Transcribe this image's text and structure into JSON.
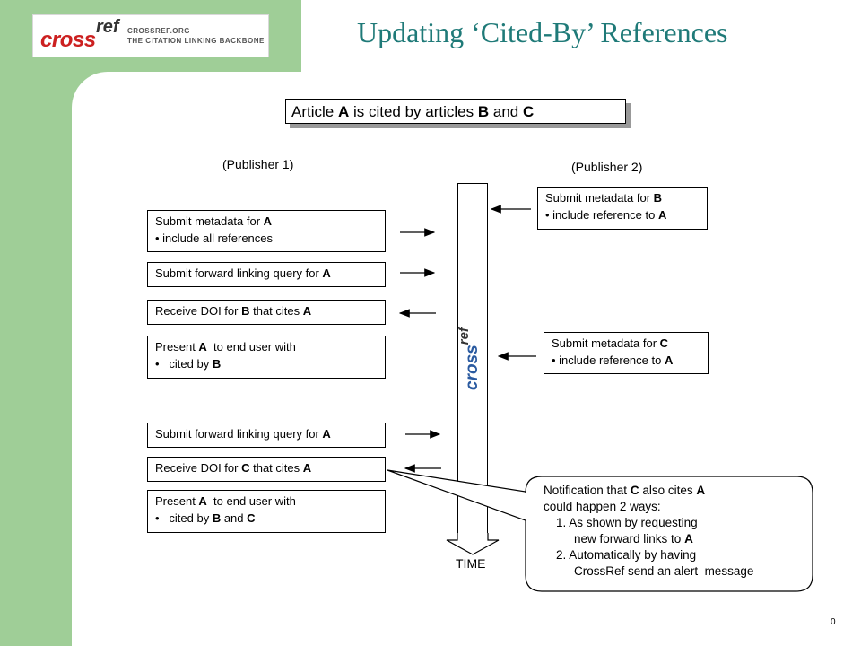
{
  "logo": {
    "cross": "cross",
    "ref": "ref",
    "line1": "CROSSREF.ORG",
    "line2": "THE CITATION LINKING BACKBONE"
  },
  "title": "Updating ‘Cited-By’ References",
  "header": {
    "text_pre": "Article ",
    "a": "A",
    "text_mid": " is cited by articles ",
    "b": "B",
    "and": " and ",
    "c": "C"
  },
  "publisher1": "(Publisher 1)",
  "publisher2": "(Publisher 2)",
  "left_boxes": [
    {
      "l1_pre": "Submit metadata for ",
      "l1_b": "A",
      "l2": "• include all references"
    },
    {
      "l1_pre": "Submit forward linking query for ",
      "l1_b": "A"
    },
    {
      "l1_pre": "Receive DOI for ",
      "l1_b": "B",
      "l1_mid": " that cites ",
      "l1_b2": "A"
    },
    {
      "l1_pre": "Present ",
      "l1_b": "A",
      "l1_post": "  to end user with",
      "l2_pre": "•   cited by ",
      "l2_b": "B"
    },
    {
      "l1_pre": "Submit forward linking query for ",
      "l1_b": "A"
    },
    {
      "l1_pre": "Receive DOI for ",
      "l1_b": "C",
      "l1_mid": " that cites ",
      "l1_b2": "A"
    },
    {
      "l1_pre": "Present ",
      "l1_b": "A",
      "l1_post": "  to end user with",
      "l2_pre": "•   cited by ",
      "l2_b": "B",
      "l2_mid": " and ",
      "l2_b2": "C"
    }
  ],
  "right_boxes": [
    {
      "l1_pre": "Submit metadata for ",
      "l1_b": "B",
      "l2_pre": "• include reference to ",
      "l2_b": "A"
    },
    {
      "l1_pre": "Submit metadata for ",
      "l1_b": "C",
      "l2_pre": "• include reference to ",
      "l2_b": "A"
    }
  ],
  "bar_logo": {
    "cross": "cross",
    "ref": "ref"
  },
  "time_label": "TIME",
  "callout": {
    "l1_pre": "Notification that ",
    "l1_b": "C",
    "l1_mid": " also cites ",
    "l1_b2": "A",
    "l2": "could happen 2 ways:",
    "l3": "1. As shown by requesting",
    "l4_pre": "new forward links to ",
    "l4_b": "A",
    "l5": "2. Automatically by having",
    "l6": "CrossRef send an alert  message"
  },
  "page_number": "0",
  "colors": {
    "green": "#9fce97",
    "title": "#1f7a78",
    "logo_red": "#cc2020",
    "logo_blue": "#2a5aa0"
  }
}
